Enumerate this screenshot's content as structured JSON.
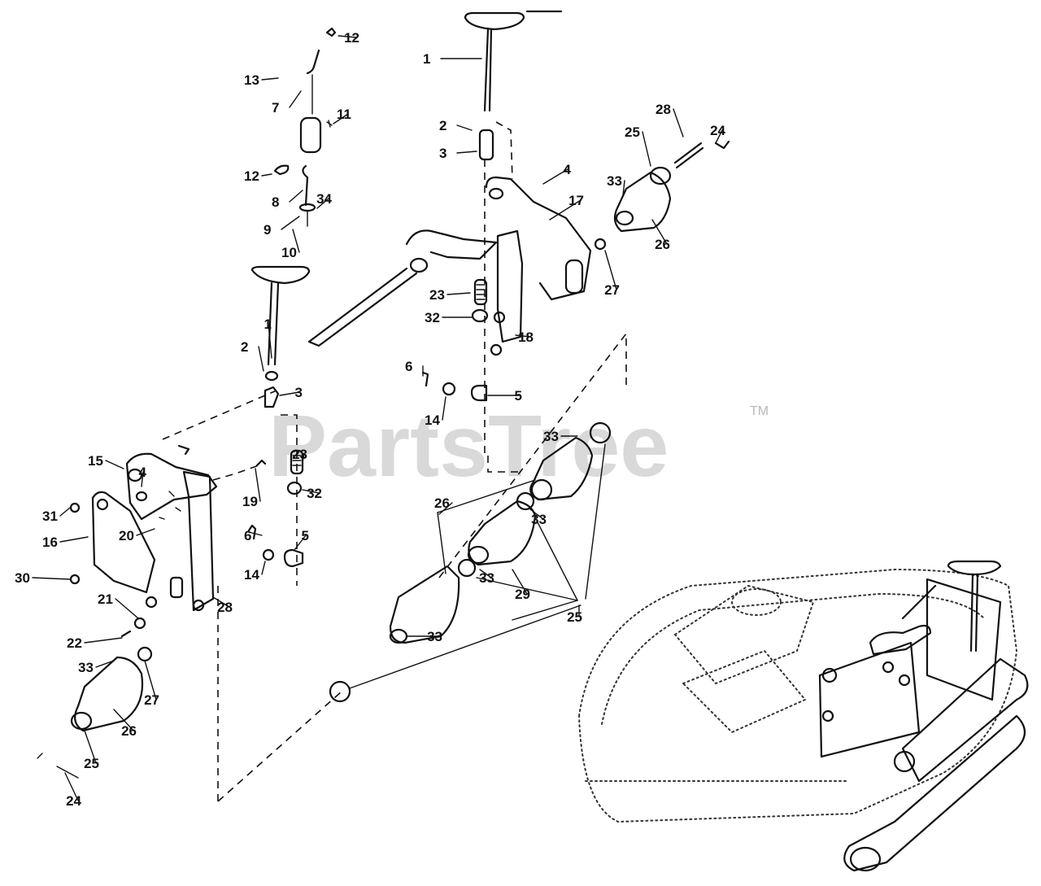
{
  "watermark": {
    "text": "PartsTree",
    "trademark": "TM"
  },
  "callouts": [
    {
      "id": "c1",
      "label": "12"
    },
    {
      "id": "c2",
      "label": "13"
    },
    {
      "id": "c3",
      "label": "7"
    },
    {
      "id": "c4",
      "label": "11"
    },
    {
      "id": "c5",
      "label": "12"
    },
    {
      "id": "c6",
      "label": "8"
    },
    {
      "id": "c7",
      "label": "34"
    },
    {
      "id": "c8",
      "label": "9"
    },
    {
      "id": "c9",
      "label": "10"
    },
    {
      "id": "c10",
      "label": "1"
    },
    {
      "id": "c11",
      "label": "2"
    },
    {
      "id": "c12",
      "label": "3"
    },
    {
      "id": "c13",
      "label": "4"
    },
    {
      "id": "c14",
      "label": "17"
    },
    {
      "id": "c15",
      "label": "28"
    },
    {
      "id": "c16",
      "label": "24"
    },
    {
      "id": "c17",
      "label": "25"
    },
    {
      "id": "c18",
      "label": "33"
    },
    {
      "id": "c19",
      "label": "26"
    },
    {
      "id": "c20",
      "label": "27"
    },
    {
      "id": "c21",
      "label": "23"
    },
    {
      "id": "c22",
      "label": "32"
    },
    {
      "id": "c23",
      "label": "18"
    },
    {
      "id": "c24",
      "label": "6"
    },
    {
      "id": "c25",
      "label": "5"
    },
    {
      "id": "c26",
      "label": "14"
    },
    {
      "id": "c27",
      "label": "1"
    },
    {
      "id": "c28",
      "label": "2"
    },
    {
      "id": "c29",
      "label": "3"
    },
    {
      "id": "c30",
      "label": "15"
    },
    {
      "id": "c31",
      "label": "4"
    },
    {
      "id": "c32",
      "label": "23"
    },
    {
      "id": "c33",
      "label": "19"
    },
    {
      "id": "c34",
      "label": "32"
    },
    {
      "id": "c35",
      "label": "31"
    },
    {
      "id": "c36",
      "label": "20"
    },
    {
      "id": "c37",
      "label": "16"
    },
    {
      "id": "c38",
      "label": "5"
    },
    {
      "id": "c39",
      "label": "6"
    },
    {
      "id": "c40",
      "label": "14"
    },
    {
      "id": "c41",
      "label": "30"
    },
    {
      "id": "c42",
      "label": "28"
    },
    {
      "id": "c43",
      "label": "21"
    },
    {
      "id": "c44",
      "label": "22"
    },
    {
      "id": "c45",
      "label": "33"
    },
    {
      "id": "c46",
      "label": "27"
    },
    {
      "id": "c47",
      "label": "26"
    },
    {
      "id": "c48",
      "label": "25"
    },
    {
      "id": "c49",
      "label": "24"
    },
    {
      "id": "c50",
      "label": "33"
    },
    {
      "id": "c51",
      "label": "26"
    },
    {
      "id": "c52",
      "label": "33"
    },
    {
      "id": "c53",
      "label": "33"
    },
    {
      "id": "c54",
      "label": "29"
    },
    {
      "id": "c55",
      "label": "33"
    },
    {
      "id": "c56",
      "label": "25"
    }
  ]
}
